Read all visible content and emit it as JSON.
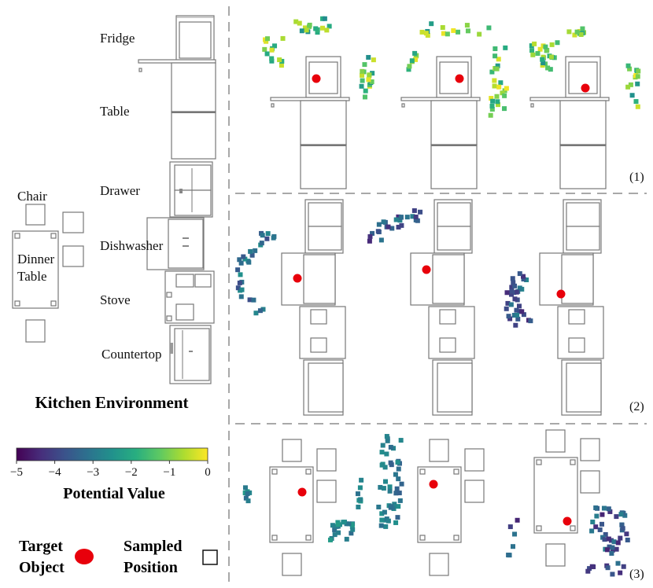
{
  "environment": {
    "title": "Kitchen Environment",
    "labels": {
      "fridge": "Fridge",
      "table": "Table",
      "drawer": "Drawer",
      "dishwasher": "Dishwasher",
      "stove": "Stove",
      "countertop": "Countertop",
      "chair": "Chair",
      "dinner_table_line1": "Dinner",
      "dinner_table_line2": "Table"
    }
  },
  "colorbar": {
    "title": "Potential Value",
    "ticks": [
      "−5",
      "−4",
      "−3",
      "−2",
      "−1",
      "0"
    ],
    "min": -5,
    "max": 0,
    "colormap": "viridis",
    "colors": [
      "#440154",
      "#472d7b",
      "#3b528b",
      "#2c728e",
      "#21918c",
      "#28ae80",
      "#5ec962",
      "#addc30",
      "#fde725"
    ]
  },
  "legend": {
    "target_line1": "Target",
    "target_line2": "Object",
    "sampled_line1": "Sampled",
    "sampled_line2": "Position",
    "target_color": "#e8000b"
  },
  "rows": [
    {
      "label": "(1)",
      "scene": "fridge on table"
    },
    {
      "label": "(2)",
      "scene": "dishwasher in cabinet stack"
    },
    {
      "label": "(3)",
      "scene": "dinner table with chairs"
    }
  ]
}
